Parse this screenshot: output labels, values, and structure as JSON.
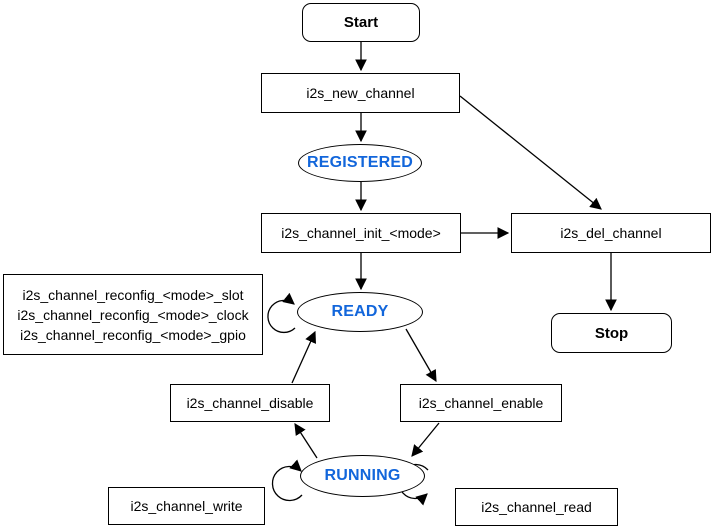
{
  "diagram": {
    "type": "state-machine-flowchart",
    "colors": {
      "stroke": "#000000",
      "state_text": "#1266db",
      "background": "#ffffff"
    },
    "nodes": {
      "start": {
        "label": "Start"
      },
      "new_channel": {
        "label": "i2s_new_channel"
      },
      "registered": {
        "label": "REGISTERED"
      },
      "init": {
        "label": "i2s_channel_init_<mode>"
      },
      "del_channel": {
        "label": "i2s_del_channel"
      },
      "stop": {
        "label": "Stop"
      },
      "reconfig": {
        "lines": [
          "i2s_channel_reconfig_<mode>_slot",
          "i2s_channel_reconfig_<mode>_clock",
          "i2s_channel_reconfig_<mode>_gpio"
        ]
      },
      "ready": {
        "label": "READY"
      },
      "disable": {
        "label": "i2s_channel_disable"
      },
      "enable": {
        "label": "i2s_channel_enable"
      },
      "running": {
        "label": "RUNNING"
      },
      "write": {
        "label": "i2s_channel_write"
      },
      "read": {
        "label": "i2s_channel_read"
      }
    },
    "edges": [
      {
        "from": "start",
        "to": "new_channel"
      },
      {
        "from": "new_channel",
        "to": "registered"
      },
      {
        "from": "new_channel",
        "to": "del_channel"
      },
      {
        "from": "registered",
        "to": "init"
      },
      {
        "from": "init",
        "to": "ready"
      },
      {
        "from": "init",
        "to": "del_channel"
      },
      {
        "from": "del_channel",
        "to": "stop"
      },
      {
        "from": "ready",
        "to": "ready",
        "note": "self-loop (reconfig functions)"
      },
      {
        "from": "ready",
        "to": "enable"
      },
      {
        "from": "enable",
        "to": "running"
      },
      {
        "from": "running",
        "to": "disable"
      },
      {
        "from": "disable",
        "to": "ready"
      },
      {
        "from": "running",
        "to": "running",
        "note": "self-loop left (write)"
      },
      {
        "from": "running",
        "to": "running",
        "note": "self-loop right (read)"
      }
    ]
  }
}
